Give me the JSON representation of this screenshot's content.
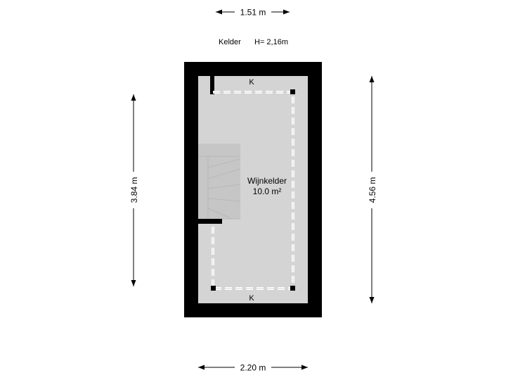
{
  "header": {
    "floor_name": "Kelder",
    "height": "H= 2,16m"
  },
  "dimensions": {
    "top_width": "1.51 m",
    "bottom_width": "2.20 m",
    "left_height": "3.84 m",
    "right_height": "4.56 m"
  },
  "room": {
    "name": "Wijnkelder",
    "area": "10.0 m²"
  },
  "markers": {
    "top": "K",
    "bottom": "K"
  },
  "colors": {
    "wall": "#000000",
    "floor": "#d4d4d4",
    "stairs": "#c4c4c4",
    "cabinet_outline": "#ffffff"
  }
}
